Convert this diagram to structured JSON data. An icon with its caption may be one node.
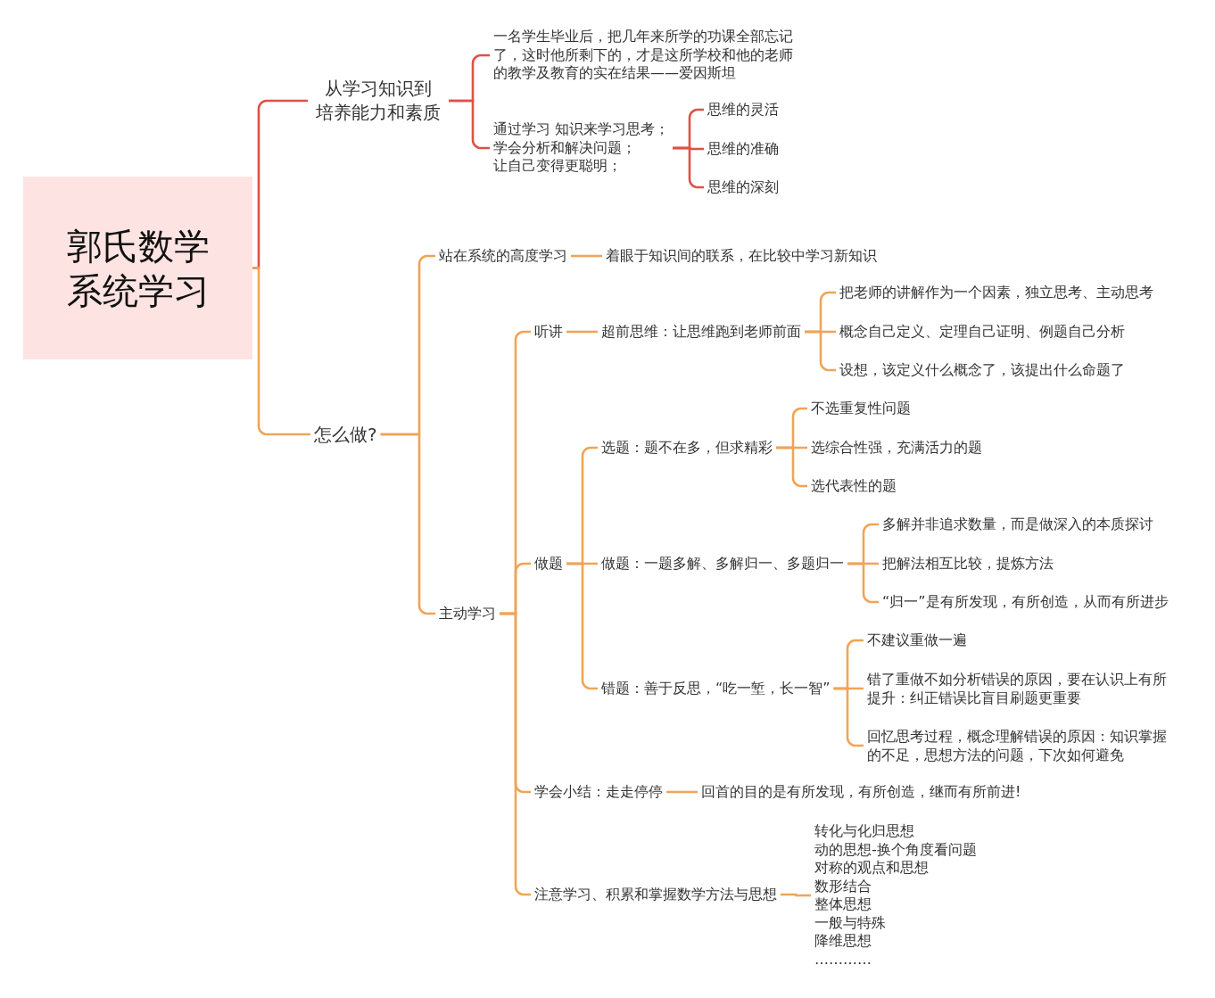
{
  "diagram": {
    "nodes": [
      {
        "text": [
          "郭氏数学系统学习"
        ]
      },
      {
        "text": [
          "从学习知识到培养能力和素质"
        ]
      },
      {
        "text": [
          "一名学生毕业后，把几年来所学的功课全部忘记了，这时他所剩下的，才是这所学校和他的老师的教学及教育的实在结果——爱因斯坦"
        ]
      },
      {
        "text": [
          "通过学习 知识来学习思考；",
          "学会分析和解决问题；",
          "让自己变得更聪明；"
        ]
      },
      {
        "text": [
          "思维的灵活"
        ]
      },
      {
        "text": [
          "思维的准确"
        ]
      },
      {
        "text": [
          "思维的深刻"
        ]
      },
      {
        "text": [
          "怎么做?"
        ]
      },
      {
        "text": [
          "站在系统的高度学习"
        ]
      },
      {
        "text": [
          "着眼于知识间的联系，在比较中学习新知识"
        ]
      },
      {
        "text": [
          "主动学习"
        ]
      },
      {
        "text": [
          "听讲"
        ]
      },
      {
        "text": [
          "超前思维：让思维跑到老师前面"
        ]
      },
      {
        "text": [
          "把老师的讲解作为一个因素，独立思考、主动思考"
        ]
      },
      {
        "text": [
          "概念自己定义、定理自己证明、例题自己分析"
        ]
      },
      {
        "text": [
          "设想，该定义什么概念了，该提出什么命题了"
        ]
      },
      {
        "text": [
          "做题"
        ]
      },
      {
        "text": [
          "选题：题不在多，但求精彩"
        ]
      },
      {
        "text": [
          "不选重复性问题"
        ]
      },
      {
        "text": [
          "选综合性强，充满活力的题"
        ]
      },
      {
        "text": [
          "选代表性的题"
        ]
      },
      {
        "text": [
          "做题：一题多解、多解归一、多题归一"
        ]
      },
      {
        "text": [
          "多解并非追求数量，而是做深入的本质探讨"
        ]
      },
      {
        "text": [
          "把解法相互比较，提炼方法"
        ]
      },
      {
        "text": [
          "“归一”是有所发现，有所创造，从而有所进步"
        ]
      },
      {
        "text": [
          "错题：善于反思，“吃一堑，长一智”"
        ]
      },
      {
        "text": [
          "不建议重做一遍"
        ]
      },
      {
        "text": [
          "错了重做不如分析错误的原因，要在认识上有所提升：纠正错误比盲目刷题更重要"
        ]
      },
      {
        "text": [
          "回忆思考过程，概念理解错误的原因：知识掌握的不足，思想方法的问题，下次如何避免"
        ]
      },
      {
        "text": [
          "学会小结：走走停停"
        ]
      },
      {
        "text": [
          "回首的目的是有所发现，有所创造，继而有所前进!"
        ]
      },
      {
        "text": [
          "注意学习、积累和掌握数学方法与思想"
        ]
      },
      {
        "text": [
          "转化与化归思想",
          "动的思想-换个角度看问题",
          "对称的观点和思想",
          "数形结合",
          "整体思想",
          "一般与特殊",
          "降维思想",
          "…………"
        ]
      }
    ],
    "edges": [
      {
        "from": 0,
        "to": 1,
        "arrow": "none",
        "color": "#de5246"
      },
      {
        "from": 0,
        "to": 7,
        "arrow": "none"
      },
      {
        "from": 1,
        "to": 2,
        "arrow": "none",
        "color": "#de5246"
      },
      {
        "from": 1,
        "to": 3,
        "arrow": "none",
        "color": "#de5246"
      },
      {
        "from": 3,
        "to": 4,
        "arrow": "none",
        "color": "#de5246"
      },
      {
        "from": 3,
        "to": 5,
        "arrow": "none",
        "color": "#de5246"
      },
      {
        "from": 3,
        "to": 6,
        "arrow": "none",
        "color": "#de5246"
      },
      {
        "from": 7,
        "to": 8,
        "arrow": "none"
      },
      {
        "from": 7,
        "to": 10,
        "arrow": "none"
      },
      {
        "from": 8,
        "to": 9,
        "arrow": "none"
      },
      {
        "from": 10,
        "to": 11,
        "arrow": "none"
      },
      {
        "from": 10,
        "to": 16,
        "arrow": "none"
      },
      {
        "from": 10,
        "to": 29,
        "arrow": "none"
      },
      {
        "from": 10,
        "to": 31,
        "arrow": "none"
      },
      {
        "from": 11,
        "to": 12,
        "arrow": "none"
      },
      {
        "from": 12,
        "to": 13,
        "arrow": "none"
      },
      {
        "from": 12,
        "to": 14,
        "arrow": "none"
      },
      {
        "from": 12,
        "to": 15,
        "arrow": "none"
      },
      {
        "from": 16,
        "to": 17,
        "arrow": "none"
      },
      {
        "from": 16,
        "to": 21,
        "arrow": "none"
      },
      {
        "from": 16,
        "to": 25,
        "arrow": "none"
      },
      {
        "from": 17,
        "to": 18,
        "arrow": "none"
      },
      {
        "from": 17,
        "to": 19,
        "arrow": "none"
      },
      {
        "from": 17,
        "to": 20,
        "arrow": "none"
      },
      {
        "from": 21,
        "to": 22,
        "arrow": "none"
      },
      {
        "from": 21,
        "to": 23,
        "arrow": "none"
      },
      {
        "from": 21,
        "to": 24,
        "arrow": "none"
      },
      {
        "from": 25,
        "to": 26,
        "arrow": "none"
      },
      {
        "from": 25,
        "to": 27,
        "arrow": "none"
      },
      {
        "from": 25,
        "to": 28,
        "arrow": "none"
      },
      {
        "from": 29,
        "to": 30,
        "arrow": "none"
      },
      {
        "from": 31,
        "to": 32,
        "arrow": "none"
      }
    ]
  }
}
